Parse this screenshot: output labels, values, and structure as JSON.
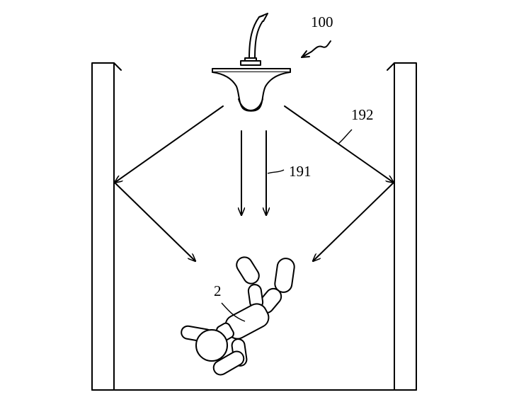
{
  "figure": {
    "labels": {
      "device": "100",
      "direct_light": "191",
      "reflected_light": "192",
      "person": "2"
    }
  },
  "colors": {
    "line": "#000000",
    "background": "#ffffff"
  }
}
